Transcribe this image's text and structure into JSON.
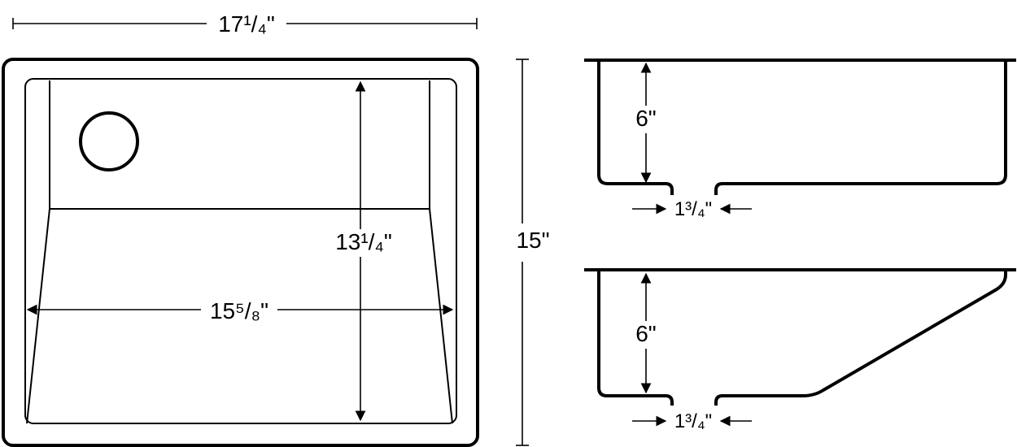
{
  "diagram": {
    "dimensions": {
      "overall_width": "17¹/₄\"",
      "overall_height": "15\"",
      "bowl_width": "15⁵/₈\"",
      "bowl_depth": "13¹/₄\"",
      "depth_top_profile": "6\"",
      "depth_bottom_profile": "6\"",
      "drain_offset_top": "1³/₄\"",
      "drain_offset_bottom": "1³/₄\""
    },
    "icons": {
      "drain": "drain-circle-icon",
      "arrow_left": "arrow-left-icon",
      "arrow_right": "arrow-right-icon"
    }
  }
}
